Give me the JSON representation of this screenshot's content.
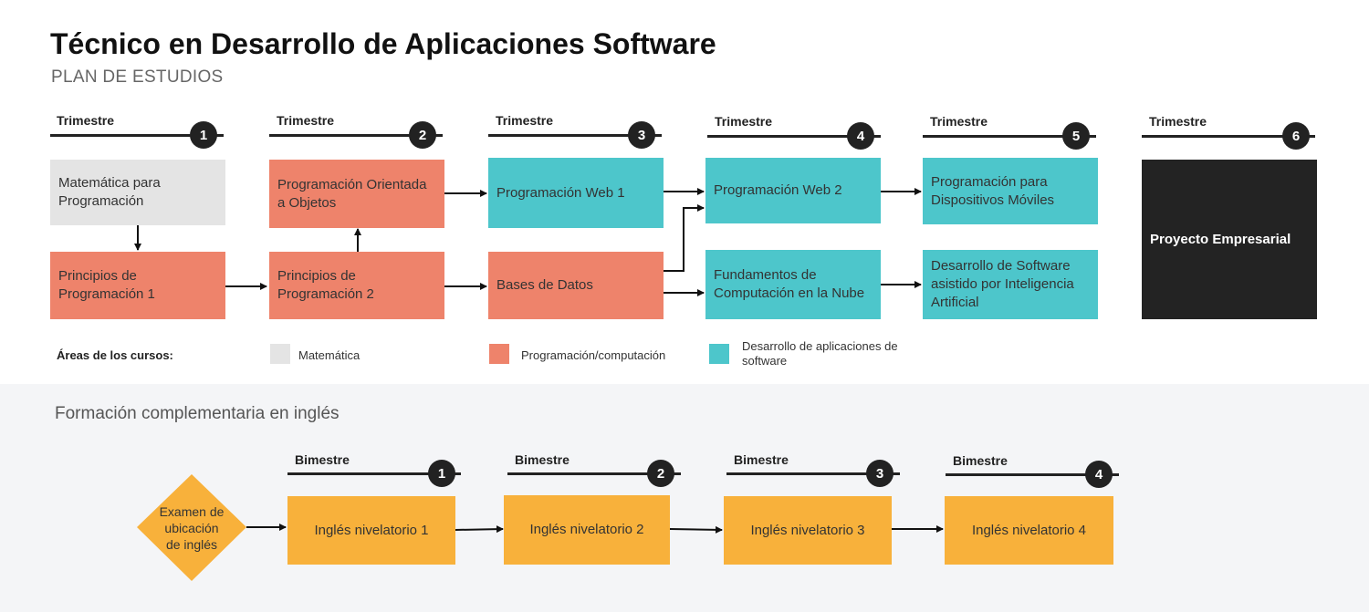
{
  "page": {
    "title": "Técnico en Desarrollo de Aplicaciones Software",
    "subtitle": "PLAN DE ESTUDIOS"
  },
  "trimesters": [
    {
      "label": "Trimestre",
      "number": "1"
    },
    {
      "label": "Trimestre",
      "number": "2"
    },
    {
      "label": "Trimestre",
      "number": "3"
    },
    {
      "label": "Trimestre",
      "number": "4"
    },
    {
      "label": "Trimestre",
      "number": "5"
    },
    {
      "label": "Trimestre",
      "number": "6"
    }
  ],
  "courses": {
    "matematica_programacion": "Matemática para Programación",
    "principios_1": "Principios de Programación 1",
    "poo": "Programación Orientada a Objetos",
    "principios_2": "Principios de Programación 2",
    "web_1": "Programación Web 1",
    "bases_datos": "Bases de Datos",
    "web_2": "Programación Web 2",
    "nube": "Fundamentos de Computación en la Nube",
    "moviles": "Programación para Dispositivos Móviles",
    "ia": "Desarrollo de Software asistido por Inteligencia Artificial",
    "proyecto": "Proyecto Empresarial"
  },
  "legend": {
    "title": "Áreas de los cursos:",
    "items": [
      {
        "label": "Matemática",
        "color": "#e4e4e4"
      },
      {
        "label": "Programación/computación",
        "color": "#ee836b"
      },
      {
        "label": "Desarrollo de aplicaciones de software",
        "color": "#4dc6cb"
      }
    ]
  },
  "english": {
    "title": "Formación complementaria en inglés",
    "placement": "Examen de ubicación de inglés",
    "bimesters": [
      {
        "label": "Bimestre",
        "number": "1",
        "course": "Inglés nivelatorio 1"
      },
      {
        "label": "Bimestre",
        "number": "2",
        "course": "Inglés nivelatorio 2"
      },
      {
        "label": "Bimestre",
        "number": "3",
        "course": "Inglés nivelatorio 3"
      },
      {
        "label": "Bimestre",
        "number": "4",
        "course": "Inglés nivelatorio 4"
      }
    ]
  },
  "colors": {
    "math": "#e4e4e4",
    "programming": "#ee836b",
    "development": "#4dc6cb",
    "project": "#232323",
    "english": "#f8b13b",
    "english_panel": "#f4f5f7"
  }
}
